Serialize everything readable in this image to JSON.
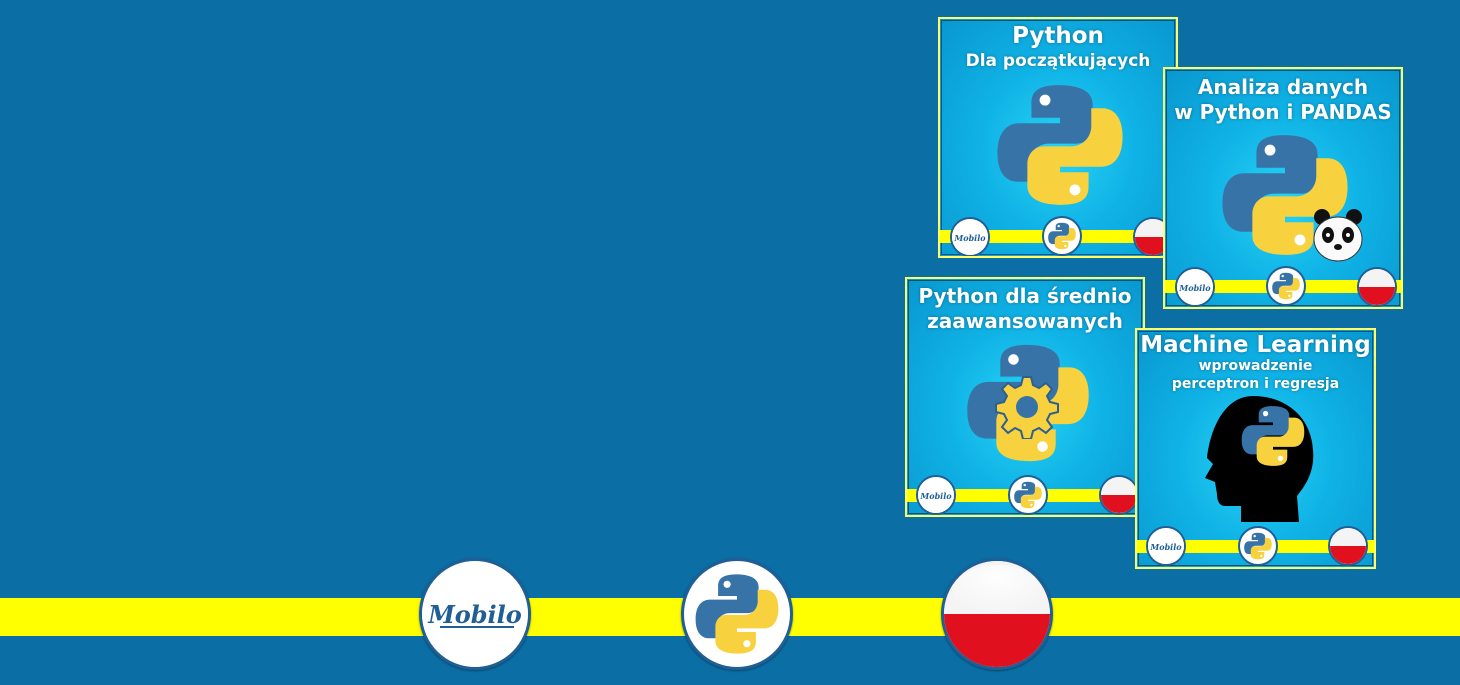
{
  "banner": {
    "logos": {
      "brand_text": "Mobilo",
      "language_flag": "flag-poland-icon",
      "technology": "python-logo-icon"
    }
  },
  "courses": [
    {
      "title": "Python",
      "subtitle": "Dla początkujących"
    },
    {
      "title": "Analiza danych",
      "subtitle": "w Python i PANDAS"
    },
    {
      "title": "Python dla średnio",
      "subtitle": "zaawansowanych"
    },
    {
      "title": "Machine Learning",
      "subtitle": "wprowadzenie",
      "subtitle2": "perceptron i regresja"
    }
  ],
  "colors": {
    "background": "#0b6fa6",
    "stripe": "#ffff00",
    "python_blue": "#3873a7",
    "python_yellow": "#f7d23e",
    "card_cyan": "#10b3e6"
  }
}
